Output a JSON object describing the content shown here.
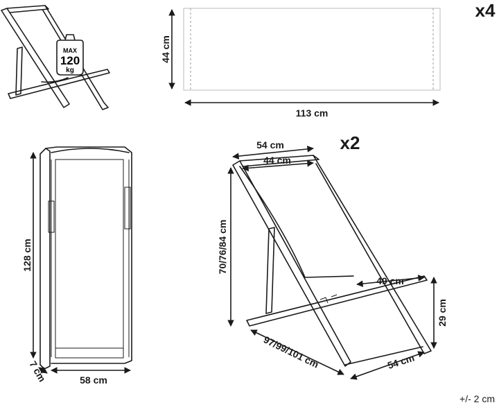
{
  "weight_badge": {
    "line1": "MAX",
    "line2": "120",
    "line3": "kg"
  },
  "fabric": {
    "quantity": "x4",
    "height": "44 cm",
    "width": "113 cm"
  },
  "folded_chair": {
    "height": "128 cm",
    "width": "58 cm",
    "depth": "7 cm"
  },
  "chair": {
    "quantity": "x2",
    "top_outer_width": "54 cm",
    "top_inner_width": "44 cm",
    "back_height": "70/76/84 cm",
    "armrest_length": "49 cm",
    "seat_height": "29 cm",
    "length": "97/99/101 cm",
    "base_width": "54 cm"
  },
  "tolerance": "+/- 2 cm"
}
